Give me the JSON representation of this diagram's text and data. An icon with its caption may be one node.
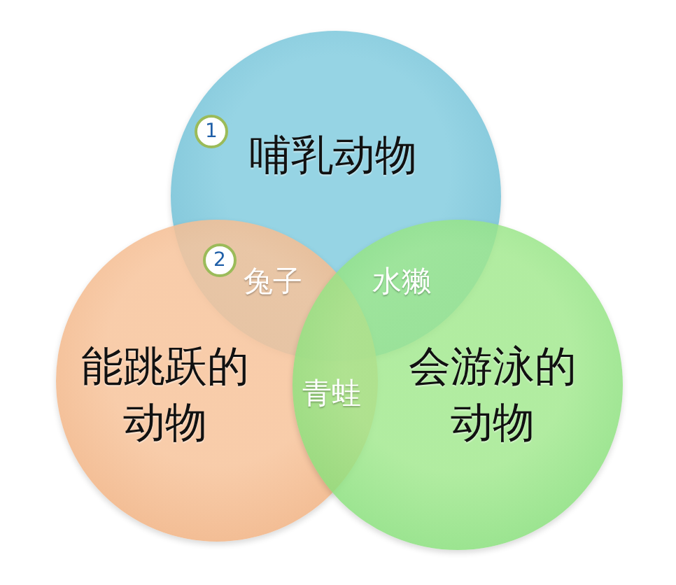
{
  "diagram": {
    "nodes": [
      {
        "text": [
          "哺乳动物"
        ]
      },
      {
        "text": [
          "能跳跃的动物"
        ]
      },
      {
        "text": [
          "会游泳的动物"
        ]
      }
    ],
    "labels": [
      "1",
      "2",
      "兔子",
      "水獭",
      "青蛙"
    ]
  }
}
